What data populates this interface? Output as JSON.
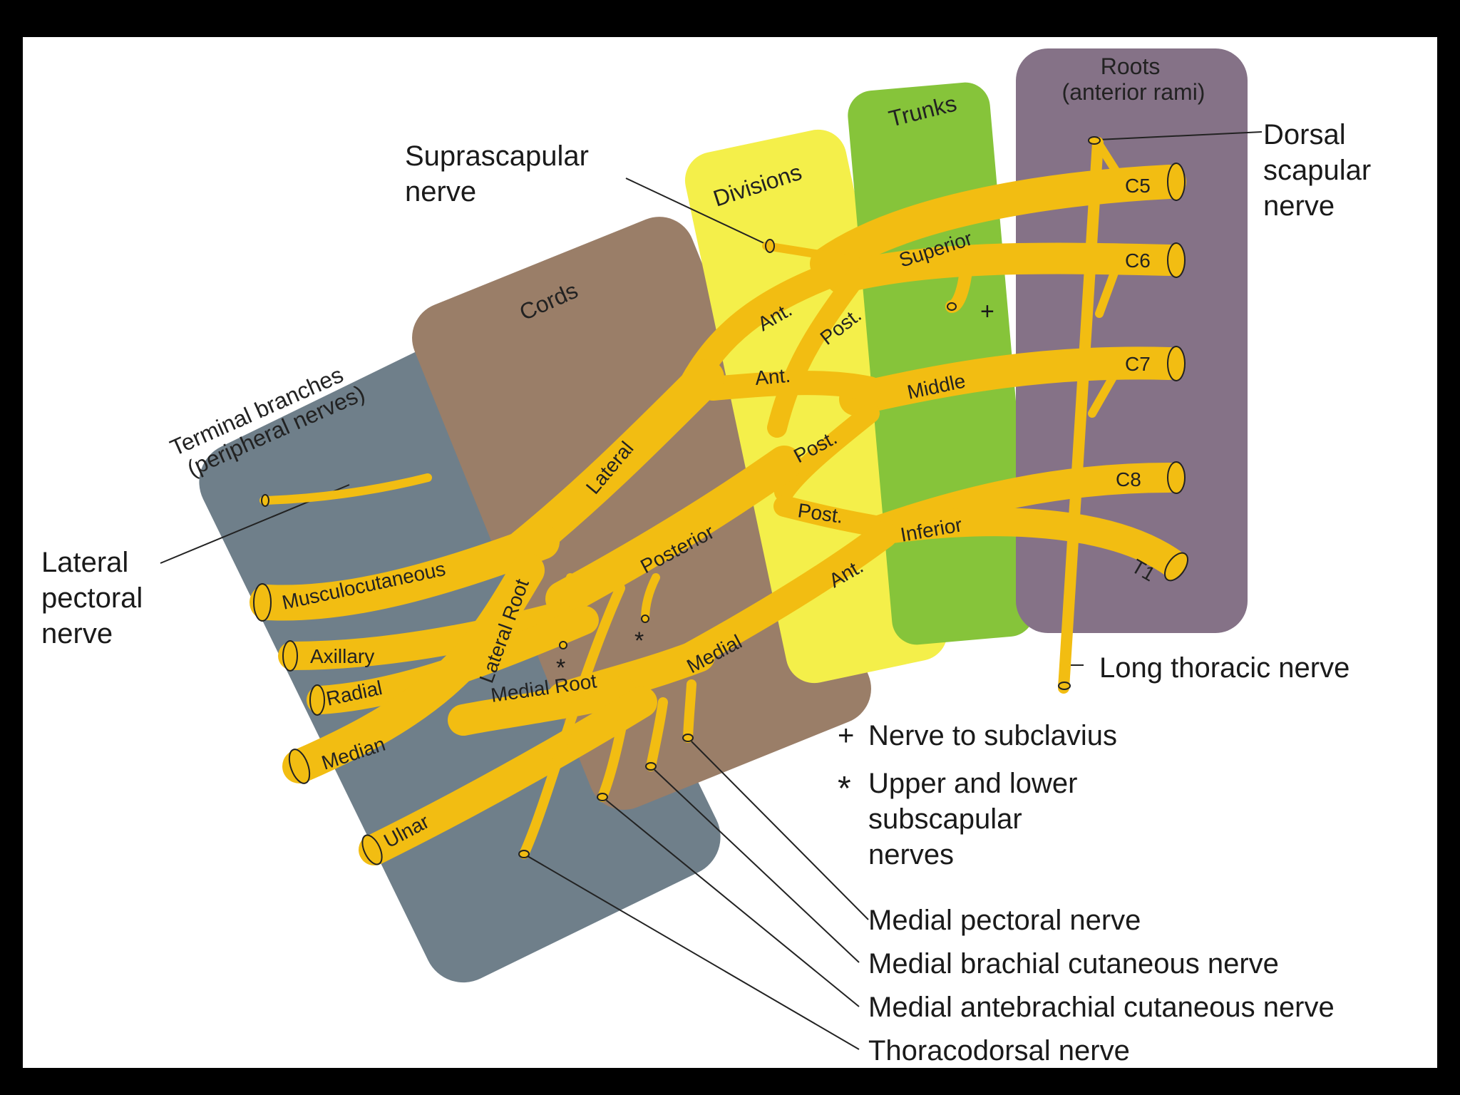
{
  "zones": {
    "terminal": "Terminal branches\n(peripheral nerves)",
    "cords": "Cords",
    "divisions": "Divisions",
    "trunks": "Trunks",
    "roots": "Roots\n(anterior rami)"
  },
  "roots": [
    "C5",
    "C6",
    "C7",
    "C8",
    "T1"
  ],
  "trunks": [
    "Superior",
    "Middle",
    "Inferior"
  ],
  "division_labels": {
    "ant1": "Ant.",
    "post1": "Post.",
    "ant2": "Ant.",
    "post2": "Post.",
    "post3": "Post.",
    "ant3": "Ant."
  },
  "cords": [
    "Lateral",
    "Posterior",
    "Medial"
  ],
  "roots_of_median": [
    "Lateral Root",
    "Medial Root"
  ],
  "terminal_branches": [
    "Musculocutaneous",
    "Axillary",
    "Radial",
    "Median",
    "Ulnar"
  ],
  "callouts": {
    "suprascapular": "Suprascapular\nnerve",
    "dorsal_scapular": "Dorsal\nscapular\nnerve",
    "lateral_pectoral": "Lateral\npectoral\nnerve",
    "long_thoracic": "Long thoracic nerve",
    "medial_pectoral": "Medial pectoral nerve",
    "medial_brachial": "Medial brachial cutaneous nerve",
    "medial_antebrachial": "Medial antebrachial cutaneous nerve",
    "thoracodorsal": "Thoracodorsal nerve"
  },
  "legend": {
    "plus_symbol": "+",
    "plus_text": "Nerve to subclavius",
    "star_symbol": "*",
    "star_text": "Upper and lower\nsubscapular\nnerves"
  },
  "colors": {
    "background": "#ffffff",
    "frame": "#000000",
    "terminal_zone": "#6f7f8a",
    "cords_zone": "#9a7e68",
    "divisions_zone": "#f4ef4a",
    "trunks_zone": "#86c43a",
    "roots_zone": "#857287",
    "nerve": "#f2bd12"
  }
}
